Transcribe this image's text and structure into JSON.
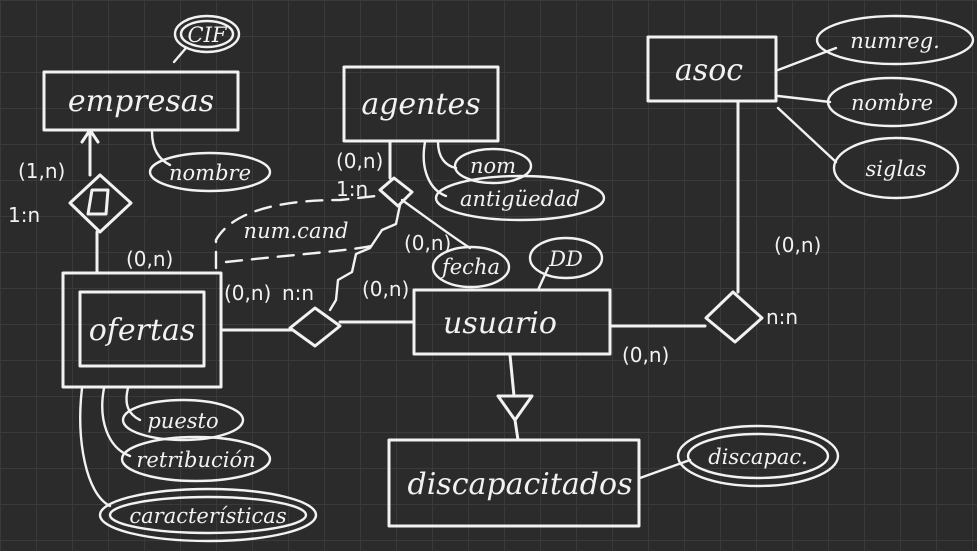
{
  "entities": {
    "empresas": "empresas",
    "agentes": "agentes",
    "asoc": "asoc",
    "ofertas": "ofertas",
    "usuario": "usuario",
    "discapacitados": "discapacitados"
  },
  "attributes": {
    "cif": "CIF",
    "nombre_empresa": "nombre",
    "nom": "nom",
    "antiguedad": "antigüedad",
    "numreg": "numreg.",
    "nombre_asoc": "nombre",
    "siglas": "siglas",
    "dd": "DD",
    "fecha": "fecha",
    "num_cand": "num.cand",
    "puesto": "puesto",
    "retribucion": "retribución",
    "caracteristicas": "características",
    "discapac": "discapac."
  },
  "cardinalities": {
    "emp_1n_top": "(1,n)",
    "emp_rel": "1:n",
    "ofertas_0n": "(0,n)",
    "agentes_0n": "(0,n)",
    "agentes_rel": "1:n",
    "agentes_0n_b": "(0,n)",
    "ofertas_0n_b": "(0,n)",
    "of_us_rel": "n:n",
    "usuario_0n": "(0,n)",
    "asoc_0n": "(0,n)",
    "asoc_rel": "n:n",
    "usuario_0n_b": "(0,n)"
  }
}
